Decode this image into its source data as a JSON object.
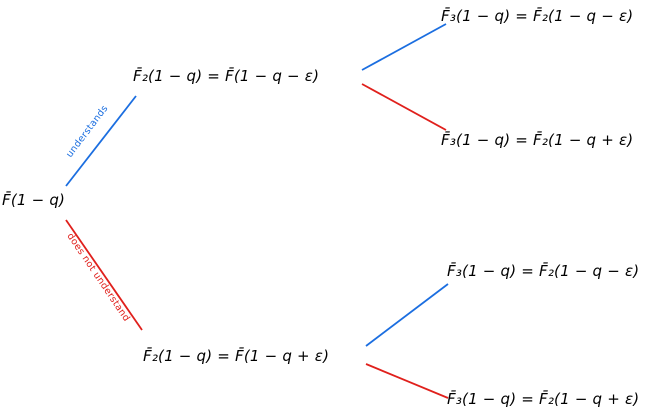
{
  "colors": {
    "blue": "#1b6ee0",
    "red": "#e0201c",
    "text": "#000000"
  },
  "tree": {
    "root": "F̄(1 − q)",
    "edge_labels": {
      "understands": "understands",
      "does_not_understand": "does not understand"
    },
    "level2": {
      "upper": "F̄₂(1 − q) = F̄(1 − q − ε)",
      "lower": "F̄₂(1 − q) = F̄(1 − q + ε)"
    },
    "level3": {
      "upper_up": "F̄₃(1 − q) = F̄₂(1 − q − ε)",
      "upper_down": "F̄₃(1 − q) = F̄₂(1 − q + ε)",
      "lower_up": "F̄₃(1 − q) = F̄₂(1 − q − ε)",
      "lower_down": "F̄₃(1 − q) = F̄₂(1 − q + ε)"
    }
  }
}
